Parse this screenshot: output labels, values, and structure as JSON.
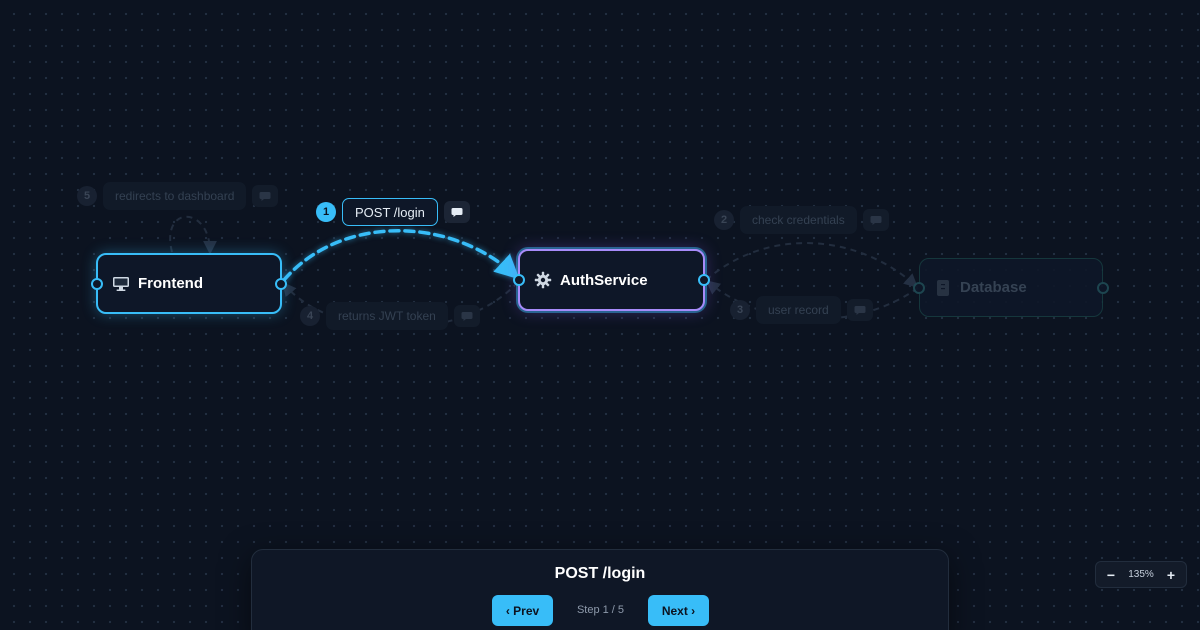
{
  "nodes": {
    "frontend": {
      "label": "Frontend",
      "icon": "monitor-icon"
    },
    "auth": {
      "label": "AuthService",
      "icon": "gear-icon"
    },
    "database": {
      "label": "Database",
      "icon": "database-icon"
    }
  },
  "edges": [
    {
      "step": "1",
      "label": "POST /login",
      "from": "Frontend",
      "to": "AuthService",
      "active": true
    },
    {
      "step": "2",
      "label": "check credentials",
      "from": "AuthService",
      "to": "Database",
      "active": false
    },
    {
      "step": "3",
      "label": "user record",
      "from": "Database",
      "to": "AuthService",
      "active": false
    },
    {
      "step": "4",
      "label": "returns JWT token",
      "from": "AuthService",
      "to": "Frontend",
      "active": false
    },
    {
      "step": "5",
      "label": "redirects to dashboard",
      "from": "Frontend",
      "to": "Frontend",
      "active": false
    }
  ],
  "panel": {
    "title": "POST /login",
    "prev_label": "‹ Prev",
    "next_label": "Next ›",
    "counter": "Step 1 / 5"
  },
  "zoom": {
    "level": "135%",
    "minus": "−",
    "plus": "+"
  },
  "colors": {
    "background": "#0c1320",
    "accent": "#38bdf8",
    "auth_border": "#a78bfa",
    "db_border": "#173b40"
  }
}
